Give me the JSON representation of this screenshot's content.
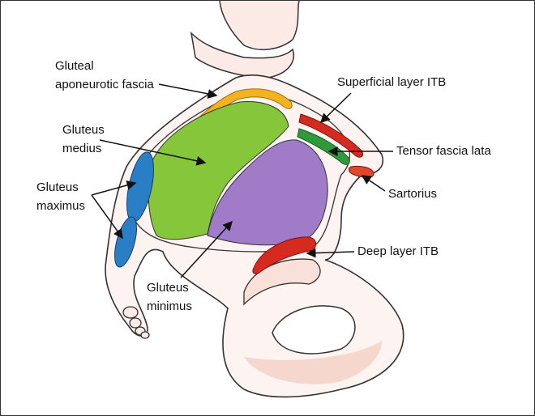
{
  "labels": {
    "gluteal_aponeurotic_fascia": [
      "Gluteal",
      "aponeurotic fascia"
    ],
    "superficial_layer_itb": "Superficial layer ITB",
    "gluteus_medius": [
      "Gluteus",
      "medius"
    ],
    "tensor_fascia_lata": "Tensor fascia lata",
    "gluteus_maximus": [
      "Gluteus",
      "maximus"
    ],
    "sartorius": "Sartorius",
    "deep_layer_itb": "Deep layer ITB",
    "gluteus_minimus": [
      "Gluteus",
      "minimus"
    ]
  },
  "colors": {
    "fascia": "#f2b320",
    "superficial_itb": "#d42a20",
    "tensor_fascia_lata": "#2e9a3e",
    "gluteus_medius": "#86c63a",
    "gluteus_minimus": "#a07cc8",
    "gluteus_maximus": "#2a7ec6",
    "sartorius": "#e0482a",
    "deep_itb": "#d42a20",
    "bone_shading": "#f4cfc4"
  }
}
